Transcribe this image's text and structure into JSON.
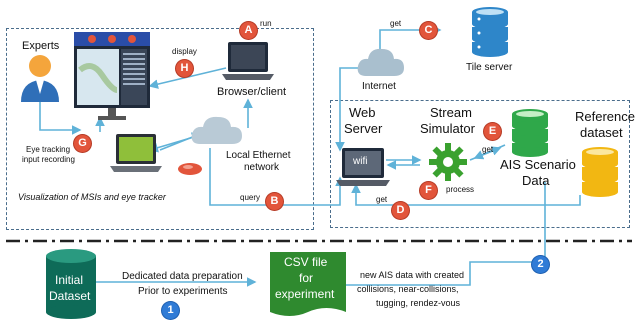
{
  "colors": {
    "arrow": "#5fb2d8",
    "badge_red": "#e2553b",
    "badge_blue": "#2f7bd6",
    "database_blue": "#2e86c9",
    "database_green": "#2fa84a",
    "database_yellow": "#f2b712",
    "database_dark_green": "#0e6b58",
    "csv_green": "#2f8a2f",
    "dashed_border": "#4a6d8c"
  },
  "left_panel": {
    "experts": "Experts",
    "display": "display",
    "run": "run",
    "browser_client": "Browser/client",
    "eye_tracking_line1": "Eye tracking",
    "eye_tracking_line2": "input recording",
    "local_ethernet_line1": "Local Ethernet",
    "local_ethernet_line2": "network",
    "caption": "Visualization of MSIs and eye tracker",
    "query": "query"
  },
  "top": {
    "get": "get",
    "tile_server": "Tile server",
    "internet": "Internet"
  },
  "right_panel": {
    "web_server_line1": "Web",
    "web_server_line2": "Server",
    "wifi": "wifi",
    "stream_simulator_line1": "Stream",
    "stream_simulator_line2": "Simulator",
    "process": "process",
    "get_scenario": "get",
    "ais_line1": "AIS Scenario",
    "ais_line2": "Data",
    "reference_line1": "Reference",
    "reference_line2": "dataset",
    "get_bottom": "get"
  },
  "bottom": {
    "initial_line1": "Initial",
    "initial_line2": "Dataset",
    "prep_line1": "Dedicated data preparation",
    "prep_line2": "Prior to experiments",
    "csv_line1": "CSV file",
    "csv_line2": "for",
    "csv_line3": "experiment",
    "new_data_line1": "new AIS data with created",
    "new_data_line2": "collisions, near-collisions,",
    "new_data_line3": "tugging, rendez-vous"
  },
  "badges": {
    "A": "A",
    "B": "B",
    "C": "C",
    "D": "D",
    "E": "E",
    "F": "F",
    "G": "G",
    "H": "H",
    "one": "1",
    "two": "2"
  }
}
